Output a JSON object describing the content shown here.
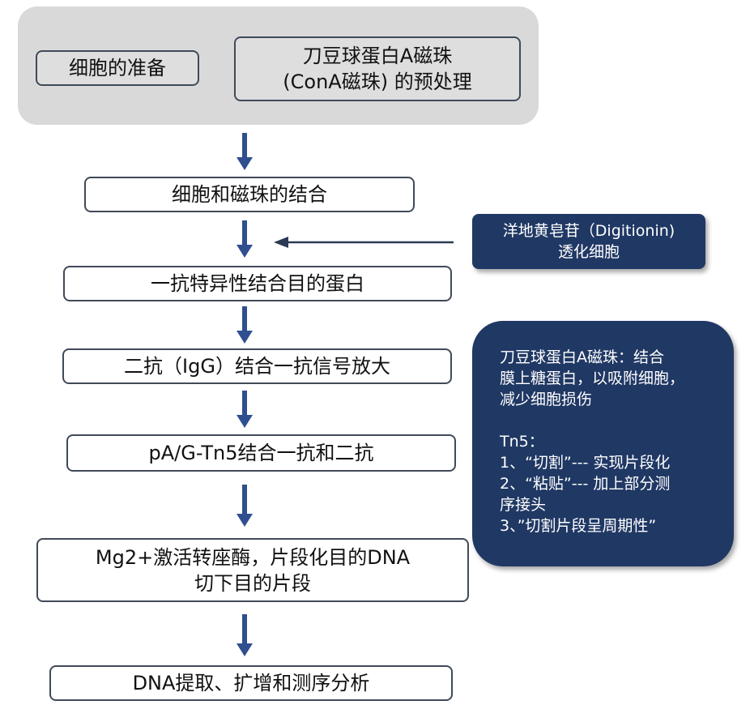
{
  "top_group": {
    "box1": "细胞的准备",
    "box2_line1": "刀豆球蛋白A磁珠",
    "box2_line2": "(ConA磁珠) 的预处理"
  },
  "steps": [
    {
      "text": "细胞和磁珠的结合"
    },
    {
      "text": "一抗特异性结合目的蛋白"
    },
    {
      "text": "二抗（IgG）结合一抗信号放大"
    },
    {
      "text": "pA/G-Tn5结合一抗和二抗"
    },
    {
      "line1": "Mg2+激活转座酶，片段化目的DNA",
      "line2": "切下目的片段"
    },
    {
      "text": "DNA提取、扩增和测序分析"
    }
  ],
  "note_digitonin": {
    "line1": "洋地黄皂苷（Digitionin)",
    "line2": "透化细胞"
  },
  "note_info": {
    "lines": [
      "刀豆球蛋白A磁珠：结合",
      "膜上糖蛋白，以吸附细胞，",
      "减少细胞损伤",
      "Tn5：",
      "1、“切割”--- 实现片段化",
      "2、“粘贴”--- 加上部分测",
      "序接头",
      "3、”切割片段呈周期性”"
    ]
  },
  "colors": {
    "arrow": "#2f4f8f",
    "note_bg": "#203864",
    "group_bg": "#d9d9d9",
    "box_border": "#404a58"
  }
}
